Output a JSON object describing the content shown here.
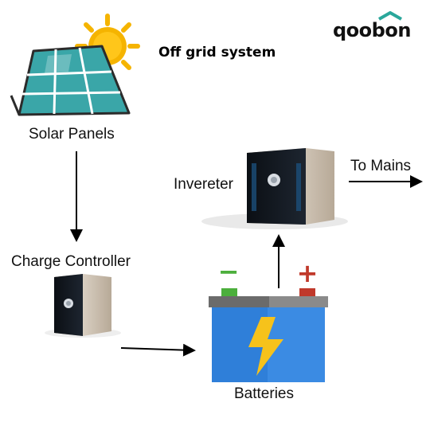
{
  "title": "Off grid system",
  "brand": "qoobon",
  "nodes": {
    "solar": "Solar Panels",
    "controller": "Charge Controller",
    "inverter": "Invereter",
    "mains": "To Mains",
    "batteries": "Batteries"
  },
  "battery_terminals": {
    "negative": "−",
    "positive": "+"
  },
  "colors": {
    "panel": "#3aa6a8",
    "sun": "#f5b400",
    "battery_body": "#2f7fd9",
    "bolt": "#f6c21b",
    "neg": "#4caf3c",
    "pos": "#c0392b",
    "logo_roof": "#2aa79b"
  }
}
